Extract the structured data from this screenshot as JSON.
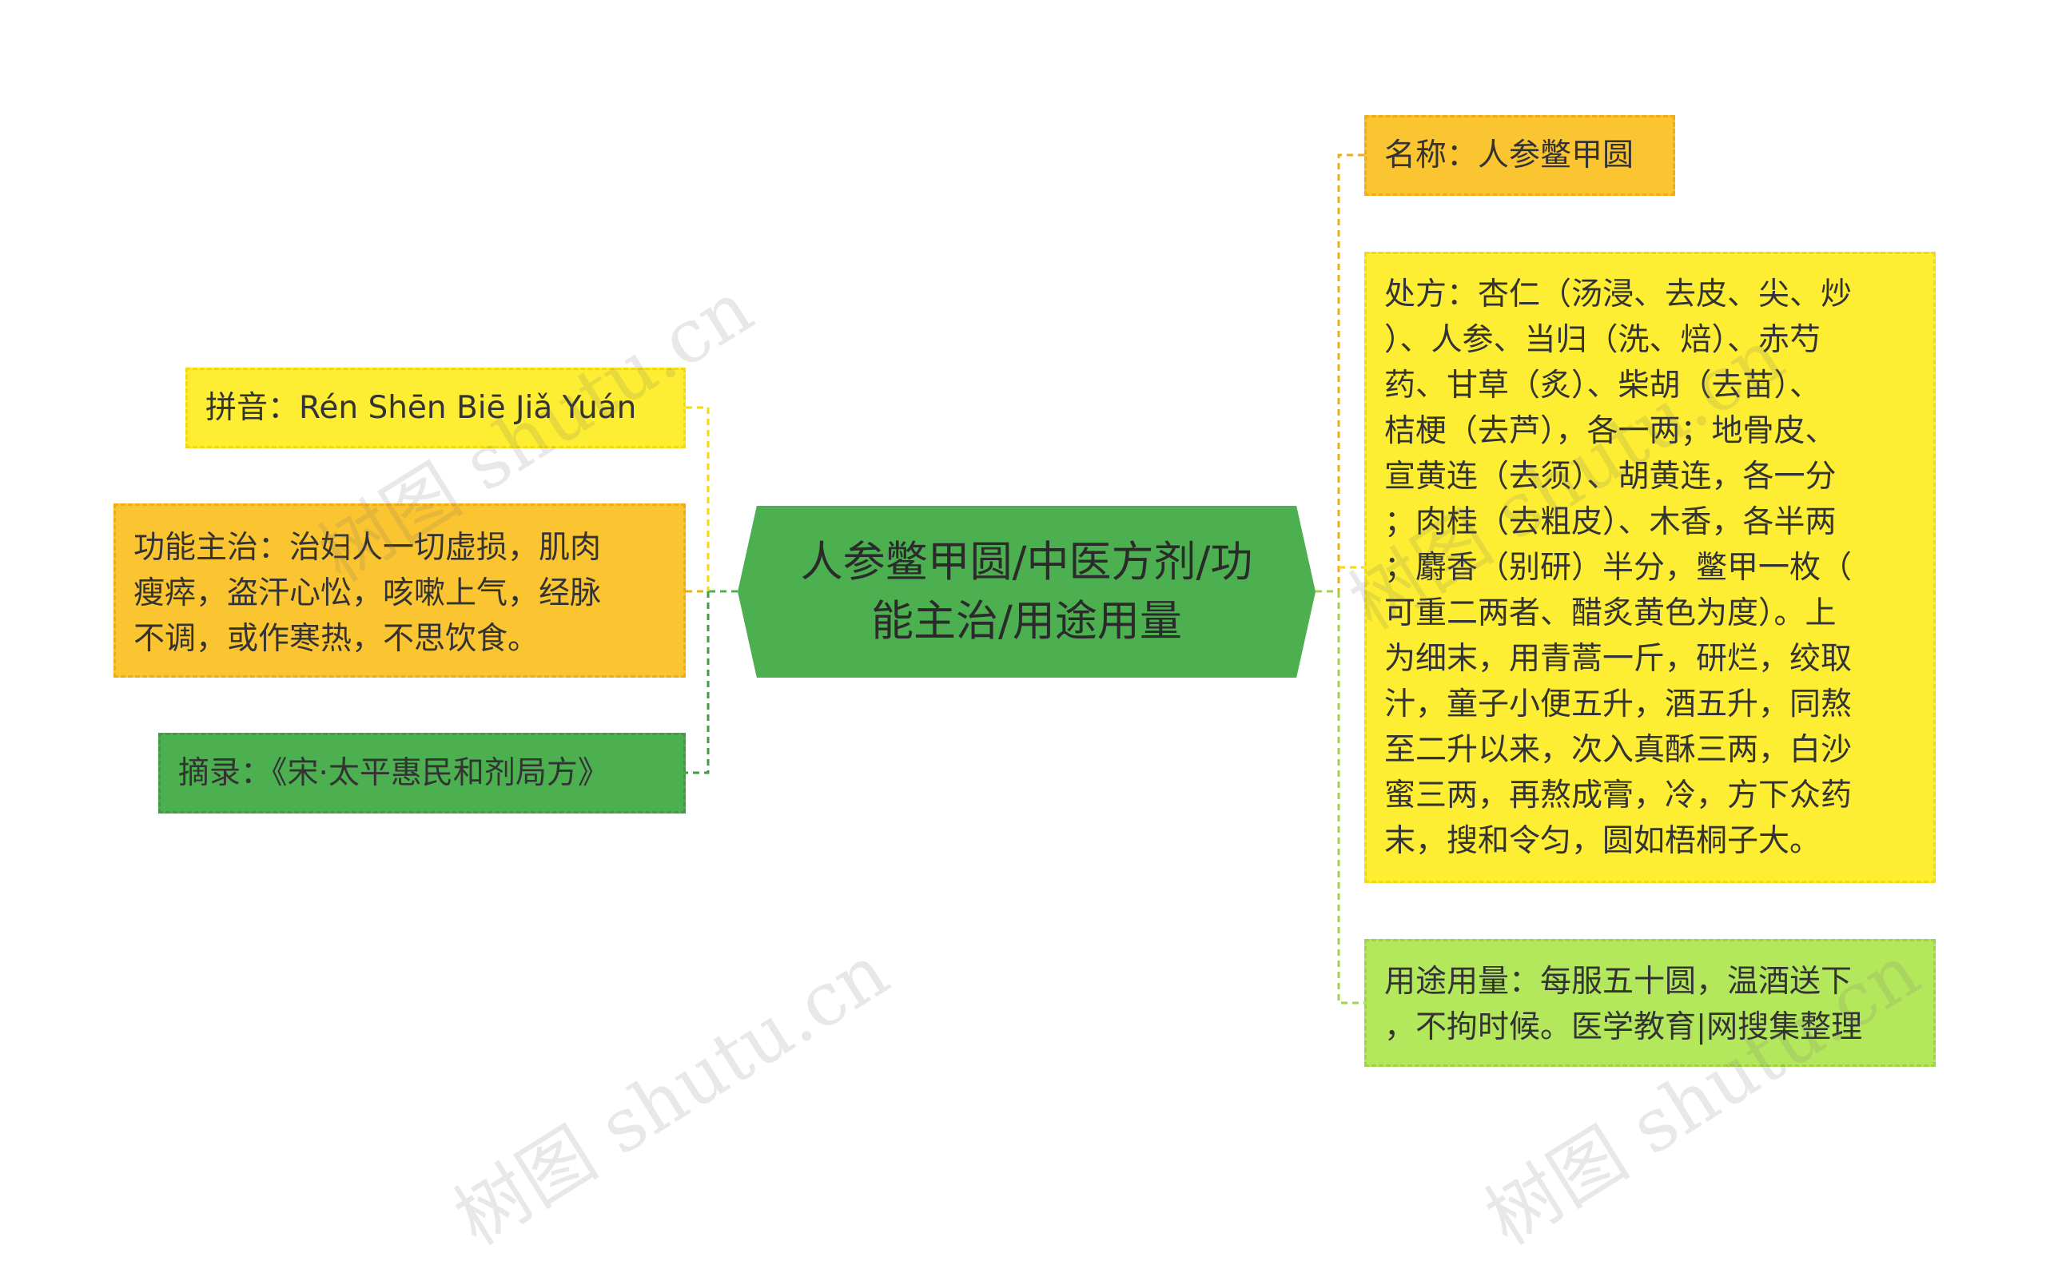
{
  "root": {
    "line1": "人参鳖甲圆/中医方剂/功",
    "line2": "能主治/用途用量"
  },
  "left": {
    "pinyin": "拼音：Rén Shēn Biē Jiǎ Yuán",
    "function": [
      "功能主治：治妇人一切虚损，肌肉",
      "瘦瘁，盗汗心忪，咳嗽上气，经脉",
      "不调，或作寒热，不思饮食。"
    ],
    "source": "摘录：《宋·太平惠民和剂局方》"
  },
  "right": {
    "name": "名称：人参鳖甲圆",
    "formula": [
      "处方：杏仁（汤浸、去皮、尖、炒",
      "）、人参、当归（洗、焙）、赤芍",
      "药、甘草（炙）、柴胡（去苗）、",
      "桔梗（去芦），各一两；地骨皮、",
      "宣黄连（去须）、胡黄连，各一分",
      "；肉桂（去粗皮）、木香，各半两",
      "；麝香（别研）半分，鳖甲一枚（",
      "可重二两者、醋炙黄色为度）。上",
      "为细末，用青蒿一斤，研烂，绞取",
      "汁，童子小便五升，酒五升，同熬",
      "至二升以来，次入真酥三两，白沙",
      "蜜三两，再熬成膏，冷，方下众药",
      "末，搜和令匀，圆如梧桐子大。"
    ],
    "usage": [
      "用途用量：每服五十圆，温酒送下",
      "，不拘时候。医学教育|网搜集整理"
    ]
  },
  "watermarks": [
    "树图 shutu.cn",
    "树图 shutu.cn",
    "树图 shutu.cn",
    "树图 shutu.cn"
  ],
  "colors": {
    "root": "#4caf50",
    "orange": "#fbc531",
    "yellow": "#fdee33",
    "green": "#4caf50",
    "lime": "#b4e85c"
  }
}
